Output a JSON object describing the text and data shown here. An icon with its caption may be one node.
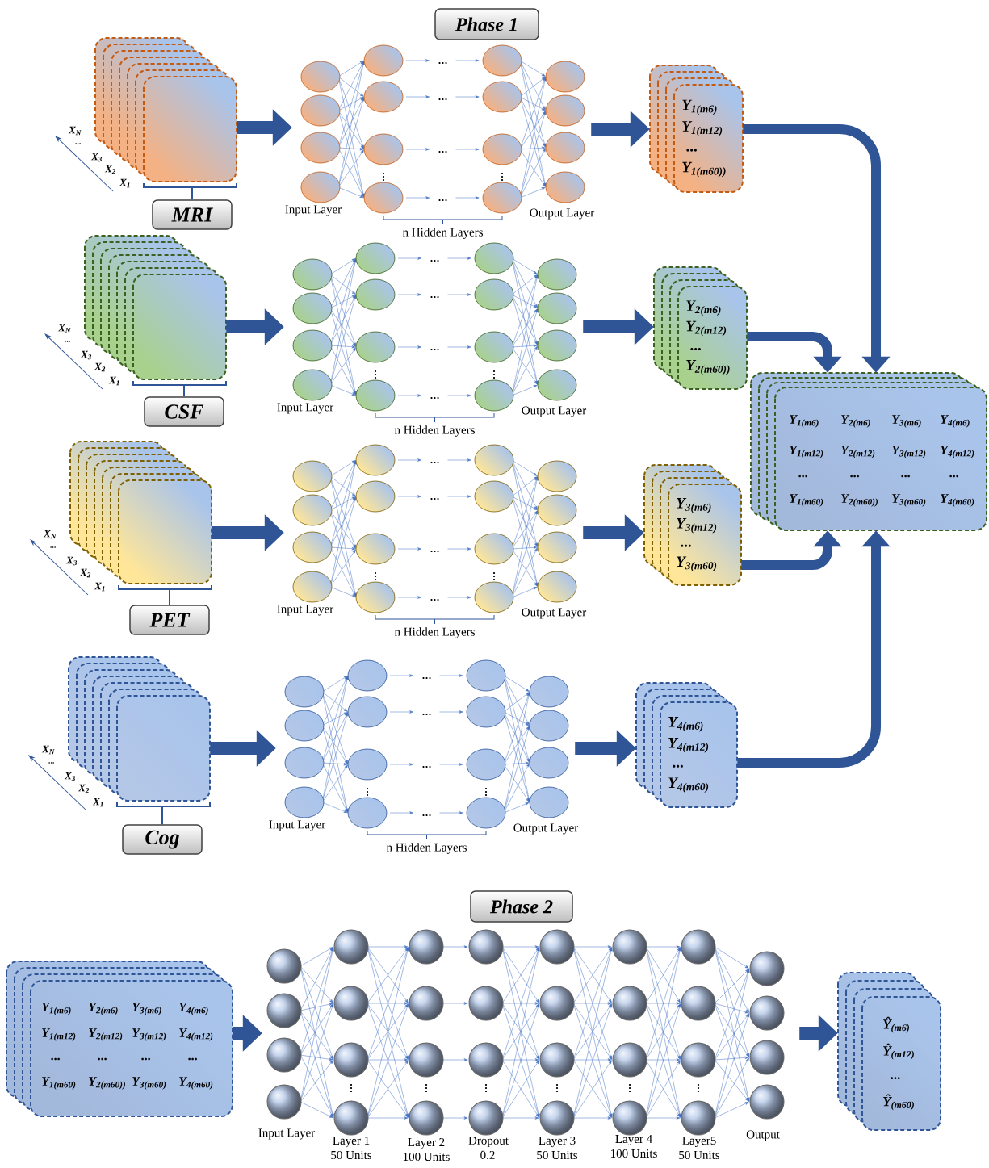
{
  "diagram": {
    "nodes": [
      {
        "text": [
          "Phase 1"
        ]
      },
      {
        "text": [],
        "shape": "box"
      },
      {
        "text": [
          "MRI"
        ]
      },
      {
        "text": [
          "Input Layer",
          "Output Layer"
        ],
        "beside": [
          "n Hidden Layers"
        ]
      },
      {
        "text": [
          "Y$_{1(m6)}$",
          "Y$_{1(m12)}$",
          "...",
          "Y$_{1(m60))}$"
        ]
      },
      {
        "text": [],
        "shape": "box"
      },
      {
        "text": [
          "CSF"
        ]
      },
      {
        "text": [
          "Input Layer",
          "Output Layer"
        ],
        "beside": [
          "n Hidden Layers"
        ]
      },
      {
        "text": [
          "Y$_{2(m6)}$",
          "Y$_{2(m12)}$",
          "...",
          "Y$_{2(m60))}$"
        ]
      },
      {
        "text": [],
        "shape": "box"
      },
      {
        "text": [
          "PET"
        ]
      },
      {
        "text": [
          "Input Layer",
          "Output Layer"
        ],
        "beside": [
          "n Hidden Layers"
        ]
      },
      {
        "text": [
          "Y$_{3(m6)}$",
          "Y$_{3(m12)}$",
          "...",
          "Y$_{3(m60)}$"
        ]
      },
      {
        "text": [],
        "shape": "box"
      },
      {
        "text": [
          "Cog"
        ]
      },
      {
        "text": [
          "Input Layer",
          "Output Layer"
        ],
        "beside": [
          "n Hidden Layers"
        ]
      },
      {
        "text": [
          "Y$_{4(m6)}$",
          "Y$_{4(m12)}$",
          "...",
          "Y$_{4(m60)}$"
        ]
      },
      {
        "text": [
          "Y$_{1(m6)}$",
          "Y$_{2(m6)}$",
          "Y$_{3(m6)}$",
          "Y$_{4(m6)}$",
          "Y$_{1(m12)}$",
          "Y$_{2(m12)}$",
          "Y$_{3(m12)}$",
          "Y$_{4(m12)}$",
          "...",
          "...",
          "...",
          "...",
          "Y$_{1(m60)}$",
          "Y$_{2(m60))}$",
          "Y$_{3(m60)}$",
          "Y$_{4(m60)}$"
        ]
      },
      {
        "text": [
          "Phase 2"
        ]
      },
      {
        "text": [
          "Y$_{1(m6)}$",
          "Y$_{2(m6)}$",
          "Y$_{3(m6)}$",
          "Y$_{4(m6)}$",
          "Y$_{1(m12)}$",
          "Y$_{2(m12)}$",
          "Y$_{3(m12)}$",
          "Y$_{4(m12)}$",
          "...",
          "...",
          "...",
          "...",
          "Y$_{1(m60)}$",
          "Y$_{2(m60))}$",
          "Y$_{3(m60)}$",
          "Y$_{4(m60)}$"
        ]
      },
      {
        "text": [
          "Input Layer",
          "Layer 1 50 Units",
          "Layer 2 100 Units",
          "Dropout 0.2",
          "Layer 3 50 Units",
          "Layer 4 100 Units",
          "Layer5 50 Units",
          "Output"
        ]
      },
      {
        "text": [
          "Ŷ$_{(m6)}$",
          "Ŷ$_{(m12)}$",
          "...",
          "Ŷ$_{(m60)}$"
        ]
      }
    ],
    "edges": [
      {
        "from": 2,
        "to": 1,
        "arrow": "none"
      },
      {
        "from": 1,
        "to": 3,
        "arrow": "to"
      },
      {
        "from": 3,
        "to": 4,
        "arrow": "to"
      },
      {
        "from": 4,
        "to": 17,
        "arrow": "to"
      },
      {
        "from": 6,
        "to": 5,
        "arrow": "none"
      },
      {
        "from": 5,
        "to": 7,
        "arrow": "to"
      },
      {
        "from": 7,
        "to": 8,
        "arrow": "to"
      },
      {
        "from": 8,
        "to": 17,
        "arrow": "to"
      },
      {
        "from": 10,
        "to": 9,
        "arrow": "none"
      },
      {
        "from": 9,
        "to": 11,
        "arrow": "to"
      },
      {
        "from": 11,
        "to": 12,
        "arrow": "to"
      },
      {
        "from": 12,
        "to": 17,
        "arrow": "to"
      },
      {
        "from": 14,
        "to": 13,
        "arrow": "none"
      },
      {
        "from": 13,
        "to": 15,
        "arrow": "to"
      },
      {
        "from": 15,
        "to": 16,
        "arrow": "to"
      },
      {
        "from": 16,
        "to": 17,
        "arrow": "to"
      },
      {
        "from": 19,
        "to": 20,
        "arrow": "to"
      },
      {
        "from": 20,
        "to": 21,
        "arrow": "to"
      }
    ],
    "labels": [
      "X$_{N}$",
      "...",
      "X$_{3}$",
      "X$_{2}$",
      "X$_{1}$",
      "X$_{N}$",
      "...",
      "X$_{3}$",
      "X$_{2}$",
      "X$_{1}$",
      "X$_{N}$",
      "...",
      "X$_{3}$",
      "X$_{2}$",
      "X$_{1}$",
      "X$_{N}$",
      "...",
      "X$_{3}$",
      "X$_{2}$",
      "X$_{1}$"
    ]
  }
}
